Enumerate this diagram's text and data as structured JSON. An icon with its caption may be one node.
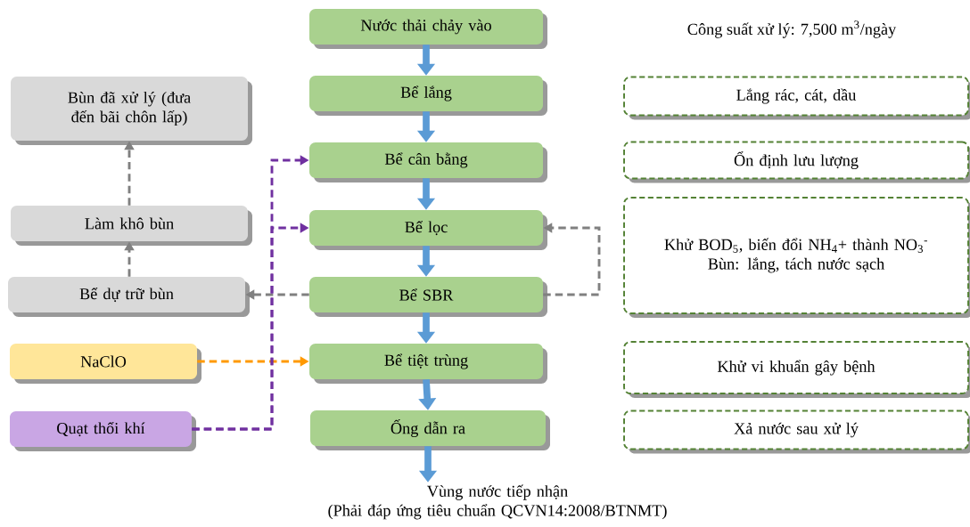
{
  "diagram": {
    "nodes": [
      {
        "text": [
          "Nước thải chảy vào"
        ]
      },
      {
        "text": [
          "Bể lắng"
        ]
      },
      {
        "text": [
          "Bể cân bằng"
        ]
      },
      {
        "text": [
          "Bể lọc"
        ]
      },
      {
        "text": [
          "Bể SBR"
        ]
      },
      {
        "text": [
          "Bể tiệt trùng"
        ]
      },
      {
        "text": [
          "Ống dẫn ra"
        ]
      },
      {
        "text": [
          "Vùng nước tiếp nhận",
          "(Phải đáp ứng tiêu chuẩn QCVN14:2008/BTNMT)"
        ]
      },
      {
        "text": [
          "Bùn đã xử lý (đưa đến bãi chôn lấp)"
        ]
      },
      {
        "text": [
          "Làm khô bùn"
        ]
      },
      {
        "text": [
          "Bể dự trữ bùn"
        ]
      },
      {
        "text": [
          "NaClO"
        ]
      },
      {
        "text": [
          "Quạt thổi khí"
        ]
      },
      {
        "text": [
          "Lắng rác, cát, dầu"
        ]
      },
      {
        "text": [
          "Ổn định lưu lượng"
        ]
      },
      {
        "text": [
          "Khử BOD$_{5}$, biến đổi NH$_{4}$+ thành NO$_{3}$$^{-}$",
          "Bùn: lắng, tách nước sạch"
        ]
      },
      {
        "text": [
          "Khử vi khuẩn gây bệnh"
        ]
      },
      {
        "text": [
          "Xả nước sau xử lý"
        ]
      }
    ],
    "edges": [
      {
        "from": 0,
        "to": 1,
        "arrow": "to",
        "style": "thick"
      },
      {
        "from": 1,
        "to": 2,
        "arrow": "to",
        "style": "thick"
      },
      {
        "from": 2,
        "to": 3,
        "arrow": "to",
        "style": "thick"
      },
      {
        "from": 3,
        "to": 4,
        "arrow": "to",
        "style": "thick"
      },
      {
        "from": 4,
        "to": 5,
        "arrow": "to",
        "style": "thick"
      },
      {
        "from": 5,
        "to": 6,
        "arrow": "to",
        "style": "thick"
      },
      {
        "from": 6,
        "to": 7,
        "arrow": "to",
        "style": "thick"
      },
      {
        "from": 4,
        "to": 3,
        "arrow": "to",
        "style": "dashed",
        "color": "#808080"
      },
      {
        "from": 4,
        "to": 10,
        "arrow": "to",
        "style": "dashed",
        "color": "#808080"
      },
      {
        "from": 10,
        "to": 9,
        "arrow": "to",
        "style": "dashed",
        "color": "#808080"
      },
      {
        "from": 9,
        "to": 8,
        "arrow": "to",
        "style": "dashed",
        "color": "#808080"
      },
      {
        "from": 11,
        "to": 5,
        "arrow": "to",
        "style": "dashed",
        "color": "#ff9900"
      },
      {
        "from": 12,
        "to": 2,
        "arrow": "to",
        "style": "dashed",
        "color": "#7030a0"
      },
      {
        "from": 12,
        "to": 3,
        "arrow": "to",
        "style": "dashed",
        "color": "#7030a0"
      }
    ],
    "labels": [
      "Công suất xử lý: 7,500 m$^{3}$/ngày"
    ]
  }
}
